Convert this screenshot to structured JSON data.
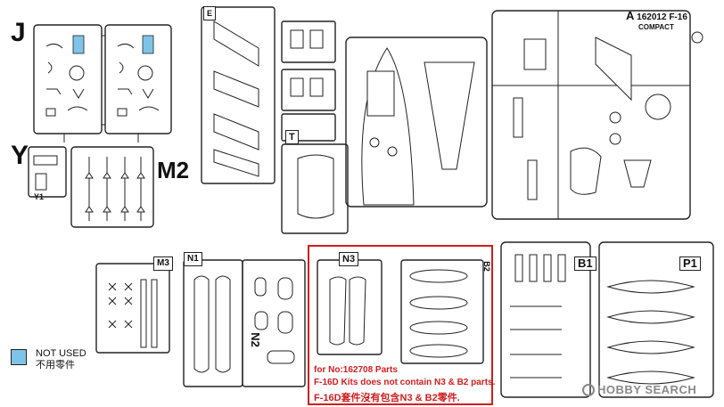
{
  "sprues": {
    "J": "J",
    "Y": "Y",
    "Y1": "Y1",
    "M2": "M2",
    "M3": "M3",
    "N1": "N1",
    "N2": "N2",
    "N3": "N3",
    "B1": "B1",
    "B2": "B2",
    "P1": "P1",
    "T": "T",
    "E": "E",
    "A": "A"
  },
  "sprue_a_text": {
    "line1": "162012 F-16",
    "line2": "COMPACT"
  },
  "legend": {
    "label_en": "NOT USED",
    "label_cn": "不用零件",
    "color": "#7fc4e8"
  },
  "red_note": {
    "line1": "for No:162708 Parts",
    "line2": "F-16D Kits does not contain N3 & B2  parts.",
    "line3": "F-16D套件沒有包含N3 & B2零件.",
    "color": "#d21e1e"
  },
  "watermark": {
    "brand": "HOBBY SEARCH"
  }
}
